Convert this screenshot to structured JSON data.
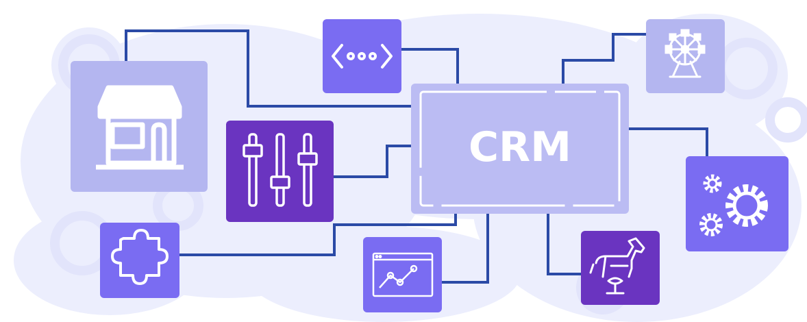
{
  "hub": {
    "label": "CRM"
  },
  "nodes": [
    {
      "id": "store",
      "icon": "storefront-icon"
    },
    {
      "id": "code",
      "icon": "code-brackets-icon"
    },
    {
      "id": "ferris",
      "icon": "ferris-wheel-icon"
    },
    {
      "id": "sliders",
      "icon": "equalizer-sliders-icon"
    },
    {
      "id": "gears",
      "icon": "gears-icon"
    },
    {
      "id": "puzzle",
      "icon": "puzzle-piece-icon"
    },
    {
      "id": "analytics",
      "icon": "line-chart-window-icon"
    },
    {
      "id": "horse",
      "icon": "spring-rider-horse-icon"
    }
  ],
  "colors": {
    "connector": "#2b4aa6",
    "hub_fill": "#bbbcf3",
    "hub_text": "#ffffff",
    "tile_light": "#b4b6f0",
    "tile_medium": "#7a6cf2",
    "tile_dark": "#6a34c0",
    "backdrop": "#eceefd",
    "icon": "#ffffff"
  }
}
